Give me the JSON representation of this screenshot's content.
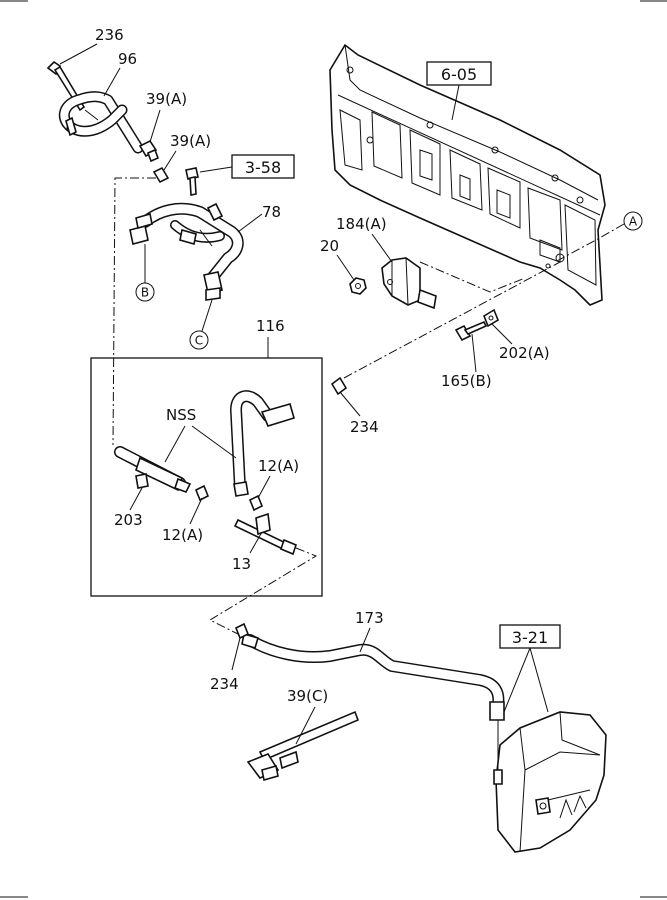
{
  "callouts": {
    "n236_top": "236",
    "n96": "96",
    "n39a_1": "39(A)",
    "n39a_2": "39(A)",
    "ref358": "3-58",
    "n78": "78",
    "n605": "6-05",
    "circA": "A",
    "n184a": "184(A)",
    "n20": "20",
    "n202a": "202(A)",
    "n165b": "165(B)",
    "circB": "B",
    "circC": "C",
    "n116": "116",
    "nss": "NSS",
    "n234_mid": "234",
    "n12a_right": "12(A)",
    "n203": "203",
    "n12a_left": "12(A)",
    "n13": "13",
    "n173": "173",
    "ref321": "3-21",
    "n234_bot": "234",
    "n39c": "39(C)"
  },
  "icons": [
    "bolt-icon",
    "clip-icon",
    "hose-icon",
    "bracket-icon",
    "nut-icon",
    "washer-icon",
    "tank-icon",
    "panel-icon"
  ]
}
